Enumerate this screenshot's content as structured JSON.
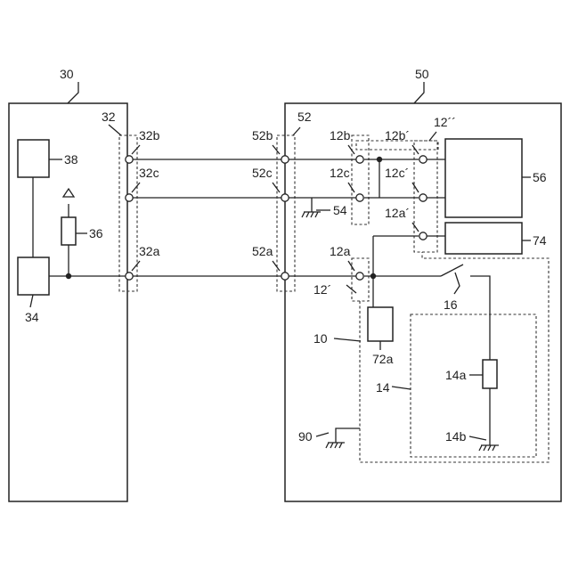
{
  "labels": {
    "l30": "30",
    "l50": "50",
    "l32": "32",
    "l32b": "32b",
    "l32c": "32c",
    "l32a": "32a",
    "l52": "52",
    "l52b": "52b",
    "l52c": "52c",
    "l52a": "52a",
    "l38": "38",
    "l36": "36",
    "l34": "34",
    "l54": "54",
    "l12b": "12b",
    "l12c": "12c",
    "l12a": "12a",
    "l12bp": "12b´",
    "l12cp": "12c´",
    "l12ap": "12a´",
    "l12pp": "12´´",
    "l12p": "12´",
    "l56": "56",
    "l74": "74",
    "l16": "16",
    "l10": "10",
    "l72a": "72a",
    "l14": "14",
    "l14a": "14a",
    "l14b": "14b",
    "l90": "90"
  }
}
